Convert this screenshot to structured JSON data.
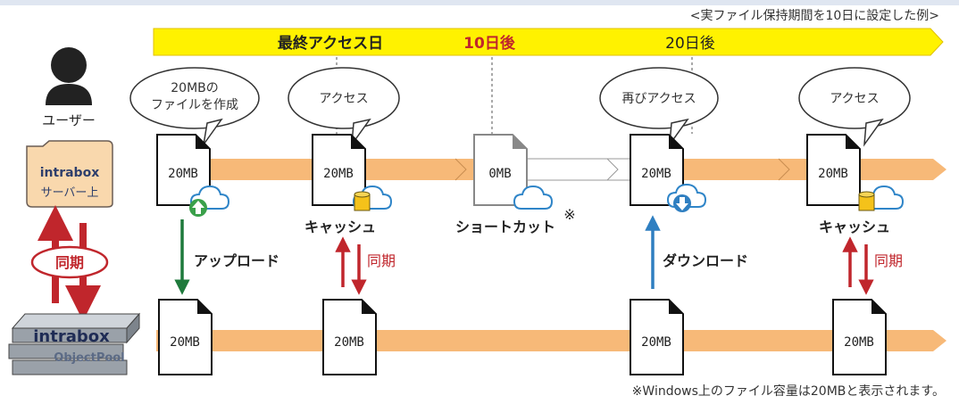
{
  "header": {
    "note": "<実ファイル保持期間を10日に設定した例>"
  },
  "timeline": {
    "start_label": "最終アクセス日",
    "mid_label": "10日後",
    "end_label": "20日後"
  },
  "left": {
    "user_label": "ユーザー",
    "server_logo": "intrabox",
    "server_label": "サーバー上",
    "sync_label": "同期",
    "pool_logo": "intrabox",
    "pool_sub": "ObjectPool"
  },
  "bubbles": [
    {
      "line1": "20MBの",
      "line2": "ファイルを作成"
    },
    {
      "line1": "アクセス"
    },
    {
      "line1": "再びアクセス"
    },
    {
      "line1": "アクセス"
    }
  ],
  "server_files": [
    {
      "size": "20MB",
      "caption": ""
    },
    {
      "size": "20MB",
      "caption": "キャッシュ"
    },
    {
      "size": "0MB",
      "caption": "ショートカット",
      "mark": "※"
    },
    {
      "size": "20MB",
      "caption": ""
    },
    {
      "size": "20MB",
      "caption": "キャッシュ"
    }
  ],
  "pool_files": [
    {
      "size": "20MB"
    },
    {
      "size": "20MB"
    },
    {
      "size": "20MB"
    },
    {
      "size": "20MB"
    }
  ],
  "transfers": {
    "upload": "アップロード",
    "download": "ダウンロード",
    "sync": "同期"
  },
  "footnote": "※Windows上のファイル容量は20MBと表示されます。",
  "colors": {
    "timeline_yellow": "#fff200",
    "band_orange": "#f7b978",
    "upload_green": "#1f7a3c",
    "download_blue": "#2f7fc1",
    "sync_red": "#c0262c",
    "cloud_blue": "#2f85c8",
    "cache_yellow": "#f4c21a",
    "server_folder": "#f9d8ad"
  },
  "icons": [
    "user-icon",
    "folder-icon",
    "file-icon",
    "cloud-icon",
    "cache-drum-icon",
    "server-rack-icon",
    "upload-arrow-icon",
    "download-arrow-icon"
  ]
}
